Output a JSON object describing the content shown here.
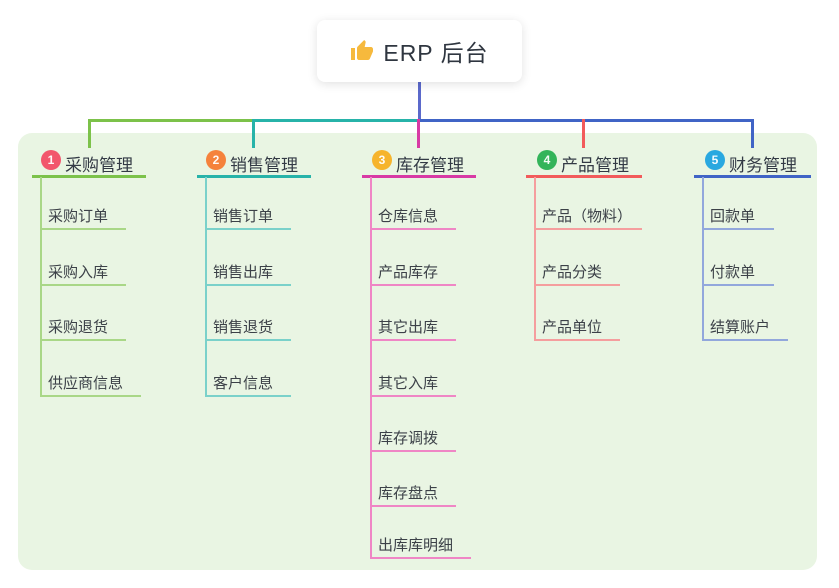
{
  "root": {
    "icon": "thumbs-up-icon",
    "title": "ERP 后台"
  },
  "branches": [
    {
      "num": "1",
      "label": "采购管理",
      "color": "#7cc24a",
      "light_color": "#a9d787",
      "badge_color": "#f2566c",
      "children": [
        "采购订单",
        "采购入库",
        "采购退货",
        "供应商信息"
      ]
    },
    {
      "num": "2",
      "label": "销售管理",
      "color": "#27b3a9",
      "light_color": "#7ad1ca",
      "badge_color": "#f5823c",
      "children": [
        "销售订单",
        "销售出库",
        "销售退货",
        "客户信息"
      ]
    },
    {
      "num": "3",
      "label": "库存管理",
      "color": "#d83aa5",
      "light_color": "#ef86c5",
      "badge_color": "#f6b42c",
      "children": [
        "仓库信息",
        "产品库存",
        "其它出库",
        "其它入库",
        "库存调拨",
        "库存盘点",
        "出库库明细"
      ]
    },
    {
      "num": "4",
      "label": "产品管理",
      "color": "#f25b5b",
      "light_color": "#f59e9e",
      "badge_color": "#33b45a",
      "children": [
        "产品（物料）",
        "产品分类",
        "产品单位"
      ]
    },
    {
      "num": "5",
      "label": "财务管理",
      "color": "#4064c6",
      "light_color": "#92a7dc",
      "badge_color": "#29a8e0",
      "children": [
        "回款单",
        "付款单",
        "结算账户"
      ]
    }
  ],
  "colors": {
    "page_bg": "#ffffff",
    "canvas_bg": "#e9f5e3",
    "root_connector": "#5b69cb",
    "text": "#333a45"
  }
}
